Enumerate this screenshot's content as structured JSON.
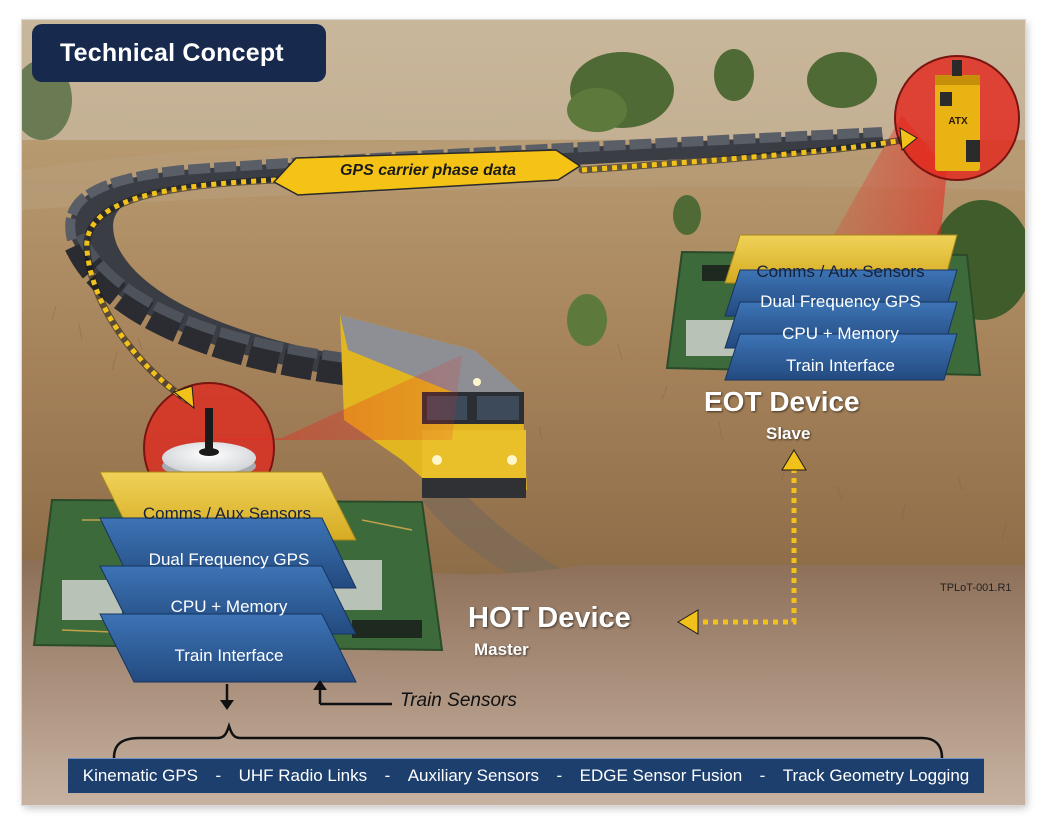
{
  "title": "Technical Concept",
  "link_label": "GPS carrier phase data",
  "hot_device": {
    "name": "HOT Device",
    "role": "Master",
    "layers": [
      "Comms / Aux Sensors",
      "Dual Frequency GPS",
      "CPU + Memory",
      "Train Interface"
    ]
  },
  "eot_device": {
    "name": "EOT Device",
    "role": "Slave",
    "layers": [
      "Comms / Aux Sensors",
      "Dual Frequency GPS",
      "CPU + Memory",
      "Train Interface"
    ],
    "unit_label": "ATX"
  },
  "train_sensors": "Train Sensors",
  "code": "TPLoT-001.R1",
  "bottom_items": [
    "Kinematic GPS",
    "UHF Radio Links",
    "Auxiliary Sensors",
    "EDGE Sensor Fusion",
    "Track Geometry Logging"
  ],
  "separator": "-",
  "colors": {
    "title_bg": "#17294d",
    "layer_blue": "#2b5b97",
    "layer_gold": "#e3bf35",
    "arrow_yellow": "#f2c21a",
    "bar_bg": "#1d3f6e"
  }
}
